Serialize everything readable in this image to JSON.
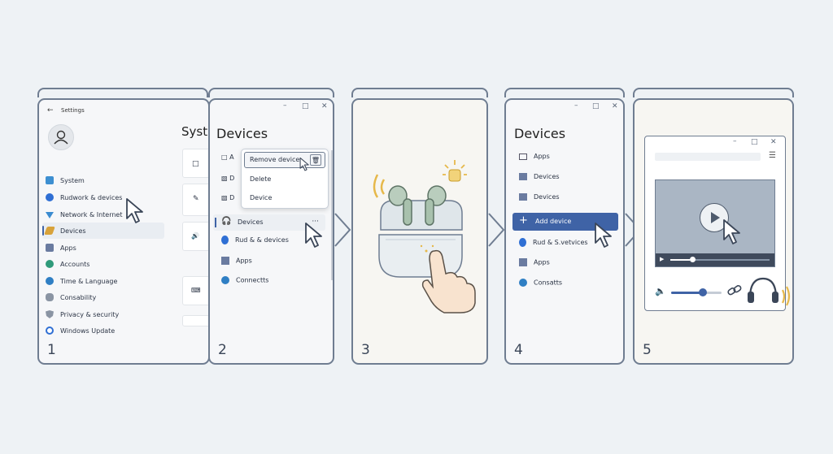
{
  "steps": [
    "1",
    "2",
    "3",
    "4",
    "5"
  ],
  "panel1": {
    "window_title": "Settings",
    "heading_partial": "Syste",
    "nav": [
      {
        "label": "System",
        "icon": "monitor-icon",
        "color": "#2f7fc4"
      },
      {
        "label": "Rudwork & devices",
        "icon": "bluetooth-icon",
        "color": "#2f6fd4"
      },
      {
        "label": "Network & Internet",
        "icon": "wifi-icon",
        "color": "#3a8bd0"
      },
      {
        "label": "Devices",
        "icon": "pen-icon",
        "color": "#d8a23a"
      },
      {
        "label": "Apps",
        "icon": "apps-icon",
        "color": "#6a7ba0"
      },
      {
        "label": "Accounts",
        "icon": "person-icon",
        "color": "#2f9a7a"
      },
      {
        "label": "Time & Language",
        "icon": "globe-icon",
        "color": "#2f7fc4"
      },
      {
        "label": "Consability",
        "icon": "gaming-icon",
        "color": "#7c8796"
      },
      {
        "label": "Privacy & security",
        "icon": "shield-icon",
        "color": "#7c8796"
      },
      {
        "label": "Windows Update",
        "icon": "update-icon",
        "color": "#2f6fd4"
      }
    ]
  },
  "panel2": {
    "title": "Devices",
    "context_menu": [
      "Remove device",
      "Delete",
      "Device"
    ],
    "list": [
      "Devices",
      "Rud & & devices",
      "Apps",
      "Connectts"
    ],
    "more": "···"
  },
  "panel4": {
    "title": "Devices",
    "list": [
      "Apps",
      "Devices",
      "Devices",
      "Add device",
      "Rud & S.vetvices",
      "Apps",
      "Consatts"
    ]
  },
  "colors": {
    "accent": "#3f63a6",
    "border": "#6f7d91",
    "panel_bg": "#f7f6f2",
    "page_bg": "#eef2f5",
    "earbud": "#9fb8a6",
    "sound": "#e6b84a"
  }
}
